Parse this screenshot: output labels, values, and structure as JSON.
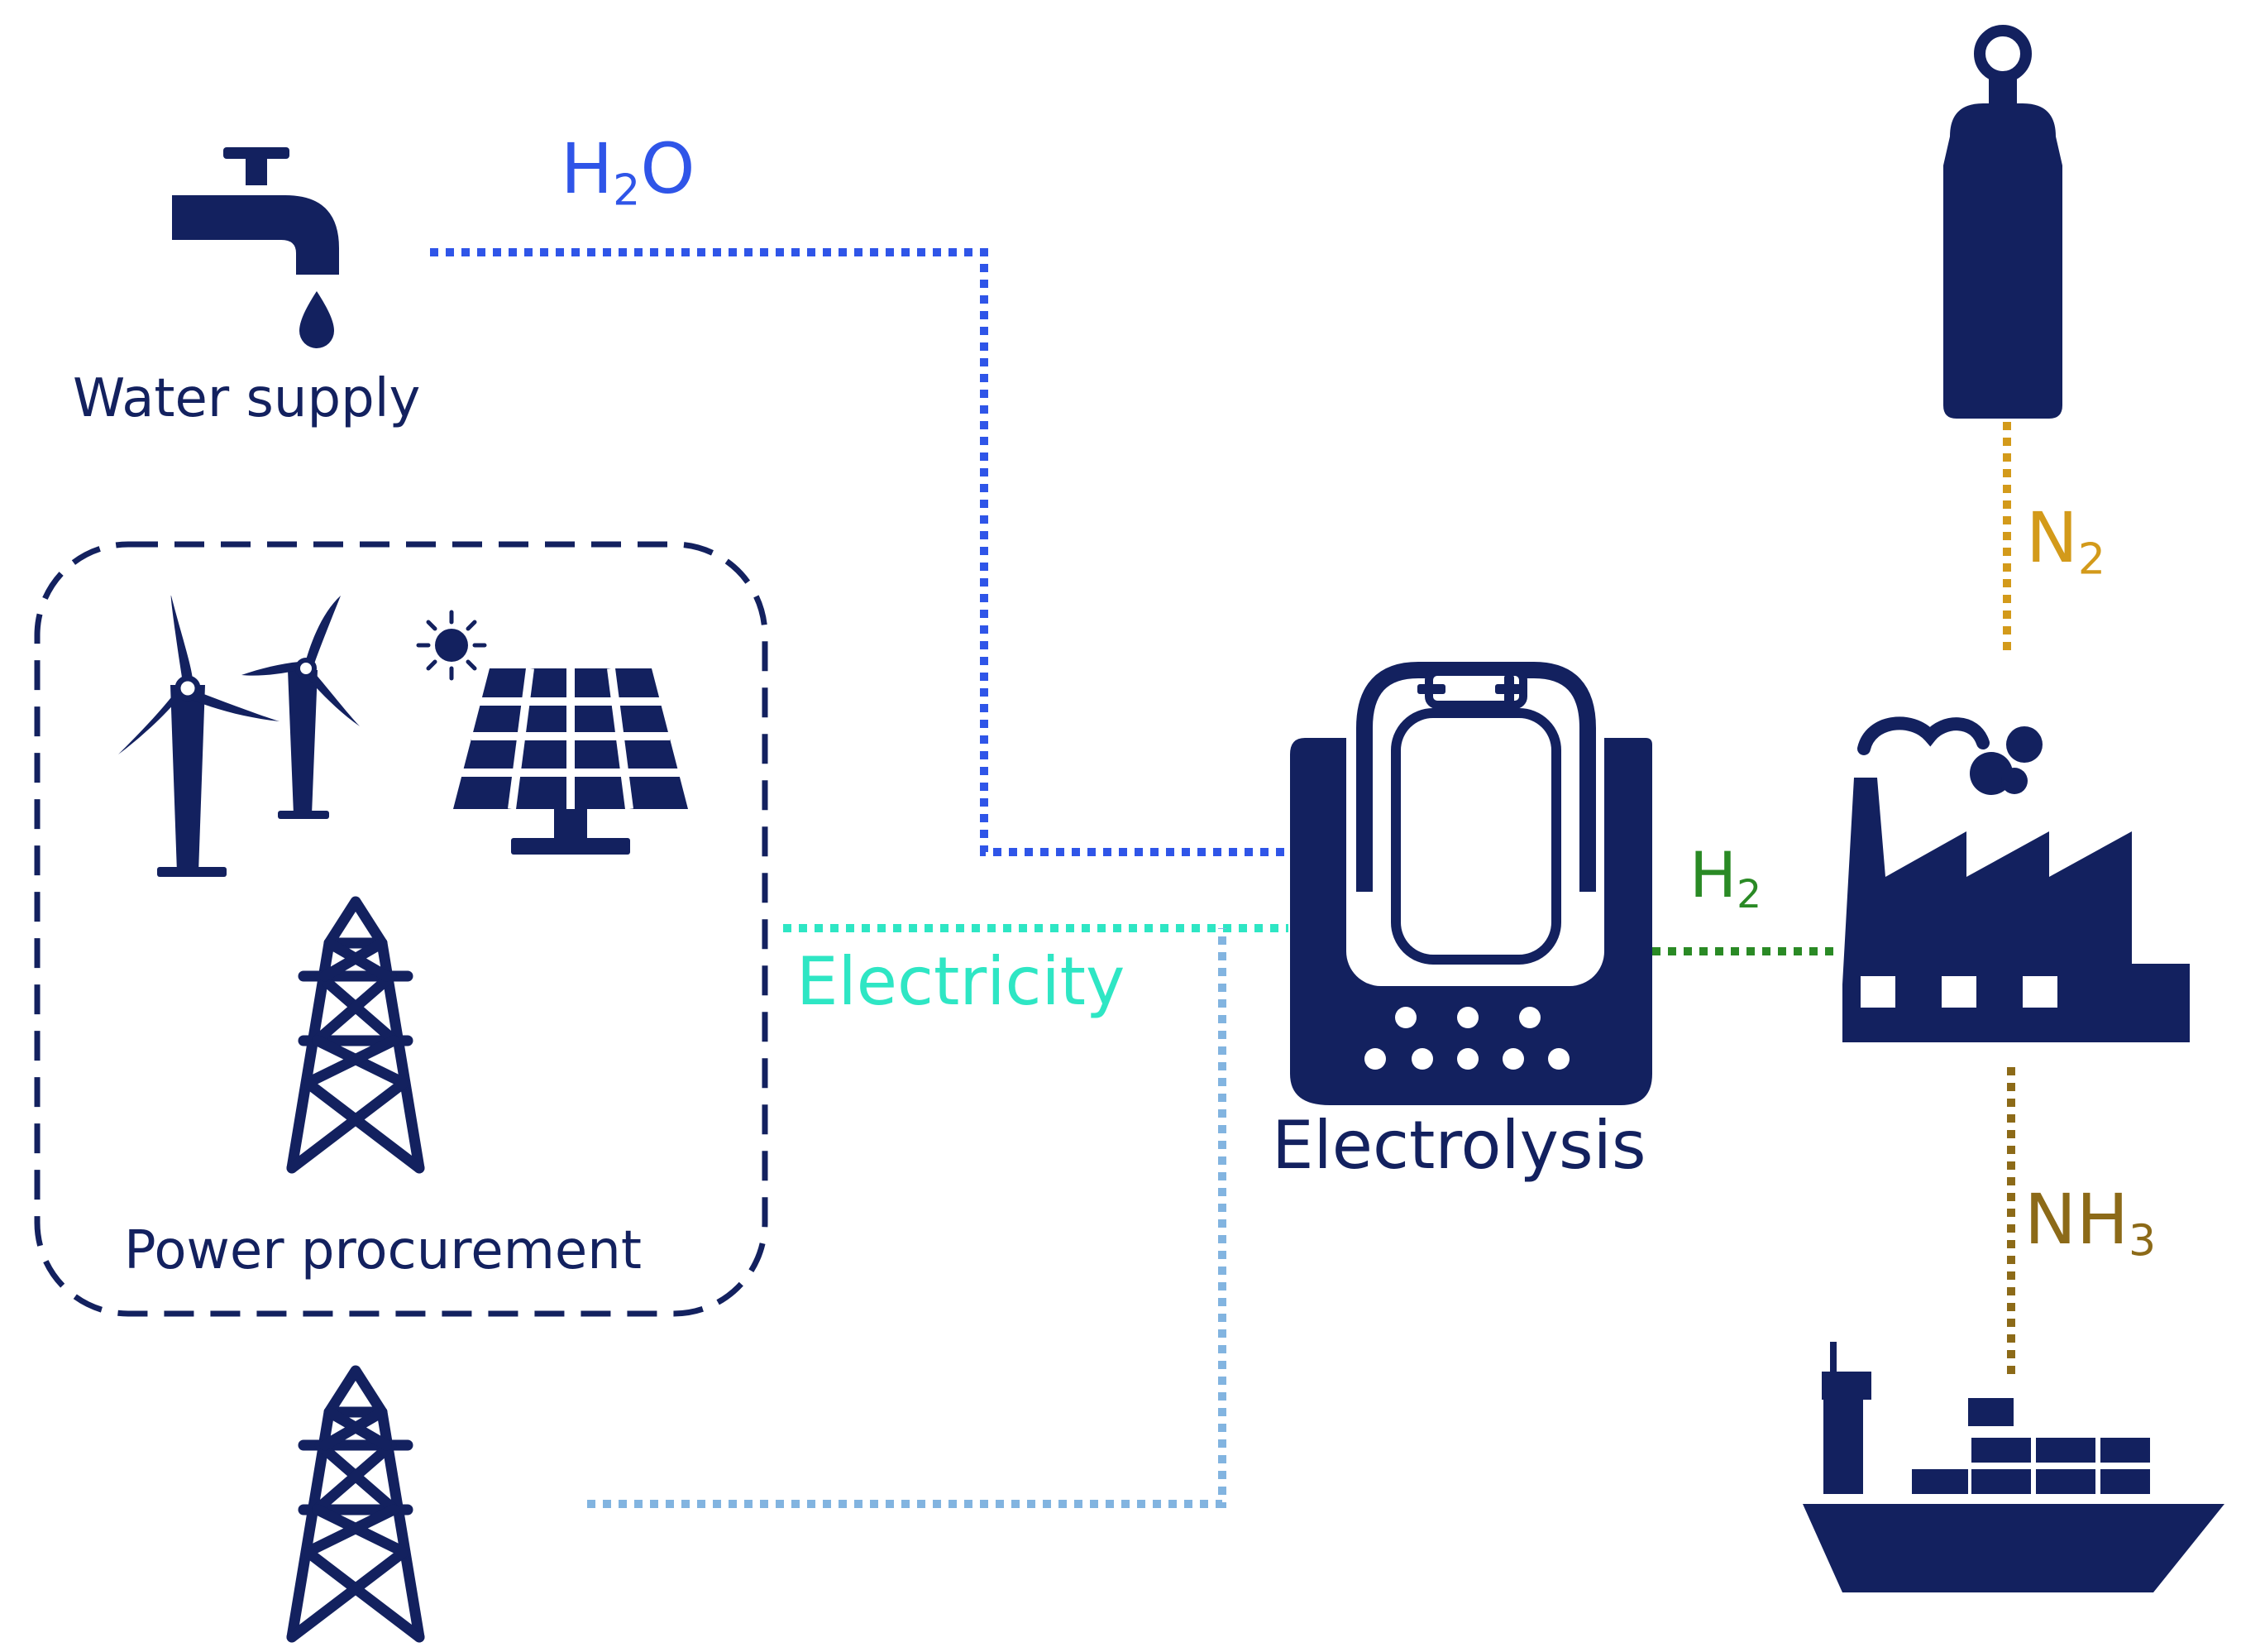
{
  "colors": {
    "icon": "#13215f",
    "water_line": "#2f55e8",
    "electricity_line": "#2ee6c4",
    "grid_line": "#82b4e0",
    "h2_line": "#2a8a25",
    "n2_line": "#d39a1a",
    "nh3_line": "#8c6a18"
  },
  "nodes": {
    "water_supply": {
      "label": "Water supply",
      "icon": "water-tap-icon"
    },
    "power_procurement": {
      "label": "Power procurement",
      "icons": [
        "wind-turbine-icon",
        "solar-panel-icon",
        "power-pylon-icon"
      ]
    },
    "grid": {
      "icon": "power-pylon-icon"
    },
    "electrolysis": {
      "label": "Electrolysis",
      "icon": "electrolyzer-icon"
    },
    "nitrogen": {
      "icon": "gas-cylinder-icon"
    },
    "plant": {
      "icon": "factory-icon"
    },
    "shipping": {
      "icon": "container-ship-icon"
    }
  },
  "flows": {
    "water": {
      "main": "H",
      "sub": "2",
      "tail": "O"
    },
    "electricity": {
      "label": "Electricity"
    },
    "hydrogen": {
      "main": "H",
      "sub": "2"
    },
    "nitrogen": {
      "main": "N",
      "sub": "2"
    },
    "ammonia": {
      "main": "NH",
      "sub": "3"
    }
  }
}
